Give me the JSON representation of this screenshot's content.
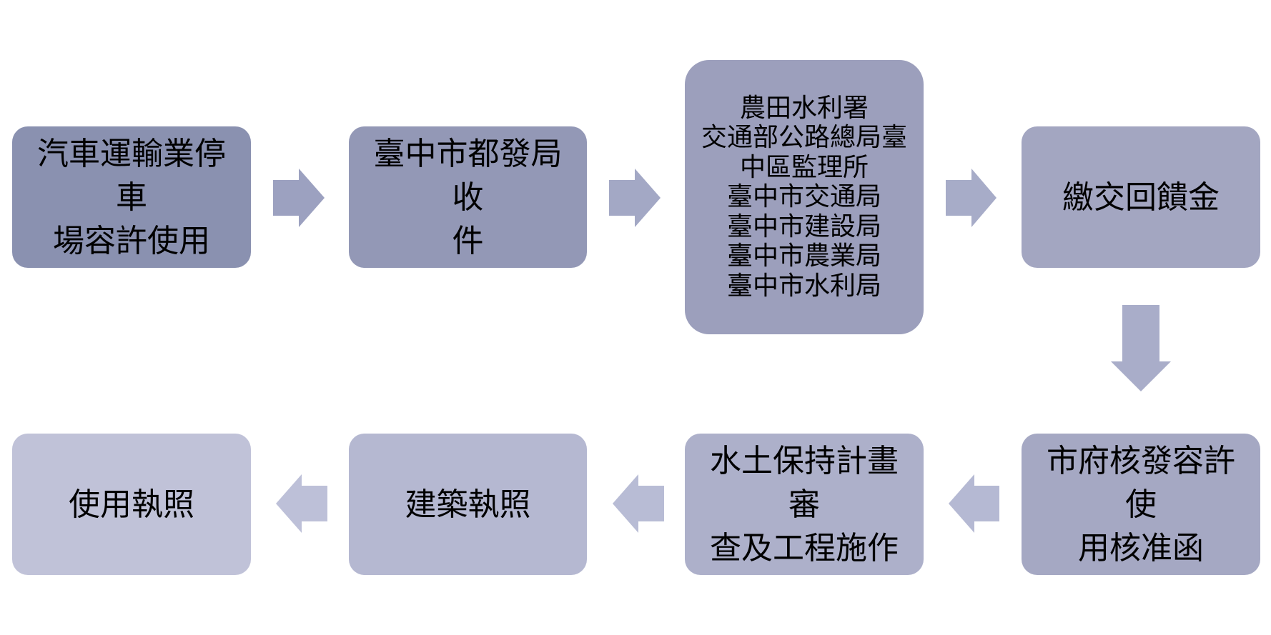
{
  "diagram": {
    "steps": [
      {
        "id": "step-1",
        "label": "汽車運輸業停車\n場容許使用",
        "color": "#8a91b0"
      },
      {
        "id": "step-2",
        "label": "臺中市都發局收\n件",
        "color": "#9398b6"
      },
      {
        "id": "step-3",
        "label": "農田水利署\n交通部公路總局臺\n中區監理所\n臺中市交通局\n臺中市建設局\n臺中市農業局\n臺中市水利局",
        "color": "#9c9fbc"
      },
      {
        "id": "step-4",
        "label": "繳交回饋金",
        "color": "#a3a6c1"
      },
      {
        "id": "step-5",
        "label": "市府核發容許使\n用核准函",
        "color": "#a5a8c3"
      },
      {
        "id": "step-6",
        "label": "水土保持計畫審\n查及工程施作",
        "color": "#adb0ca"
      },
      {
        "id": "step-7",
        "label": "建築執照",
        "color": "#b5b8d1"
      },
      {
        "id": "step-8",
        "label": "使用執照",
        "color": "#c0c2d8"
      }
    ],
    "arrow_colors": [
      "#9ca1c0",
      "#a3a8c5",
      "#a7acc8",
      "#a9adc9",
      "#b5b9d3",
      "#b8bcd5",
      "#bdc0d8"
    ]
  }
}
